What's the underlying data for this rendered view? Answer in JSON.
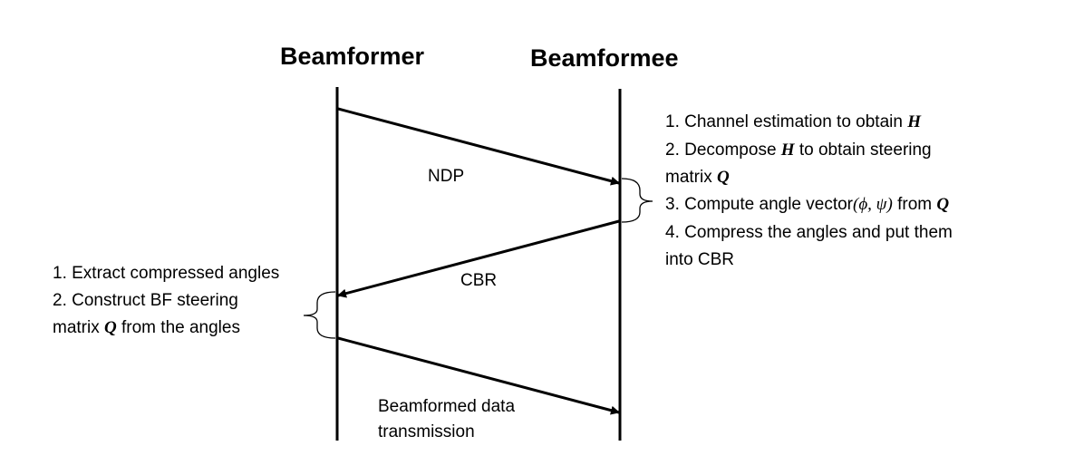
{
  "headers": {
    "beamformer": "Beamformer",
    "beamformee": "Beamformee"
  },
  "messages": {
    "ndp": "NDP",
    "cbr": "CBR",
    "data_line1": "Beamformed data",
    "data_line2": "transmission"
  },
  "beamformee_steps": {
    "step1_text": "1. Channel estimation to obtain ",
    "step1_var": "H",
    "step2_text_a": "2. Decompose ",
    "step2_var_a": "H",
    "step2_text_b": " to obtain steering",
    "step2_line2_text": "matrix ",
    "step2_var_b": "Q",
    "step3_text_a": "3. Compute angle vector",
    "step3_math": "(ϕ, ψ)",
    "step3_text_b": " from ",
    "step3_var": "Q",
    "step4_line1": "4. Compress the angles and put them",
    "step4_line2": "into CBR"
  },
  "beamformer_steps": {
    "step1": "1. Extract compressed angles",
    "step2_line1": "2. Construct BF steering",
    "step2_line2_text_a": "matrix ",
    "step2_var": "Q",
    "step2_line2_text_b": " from the angles"
  },
  "colors": {
    "line": "#000000",
    "text": "#000000",
    "background": "#ffffff"
  }
}
